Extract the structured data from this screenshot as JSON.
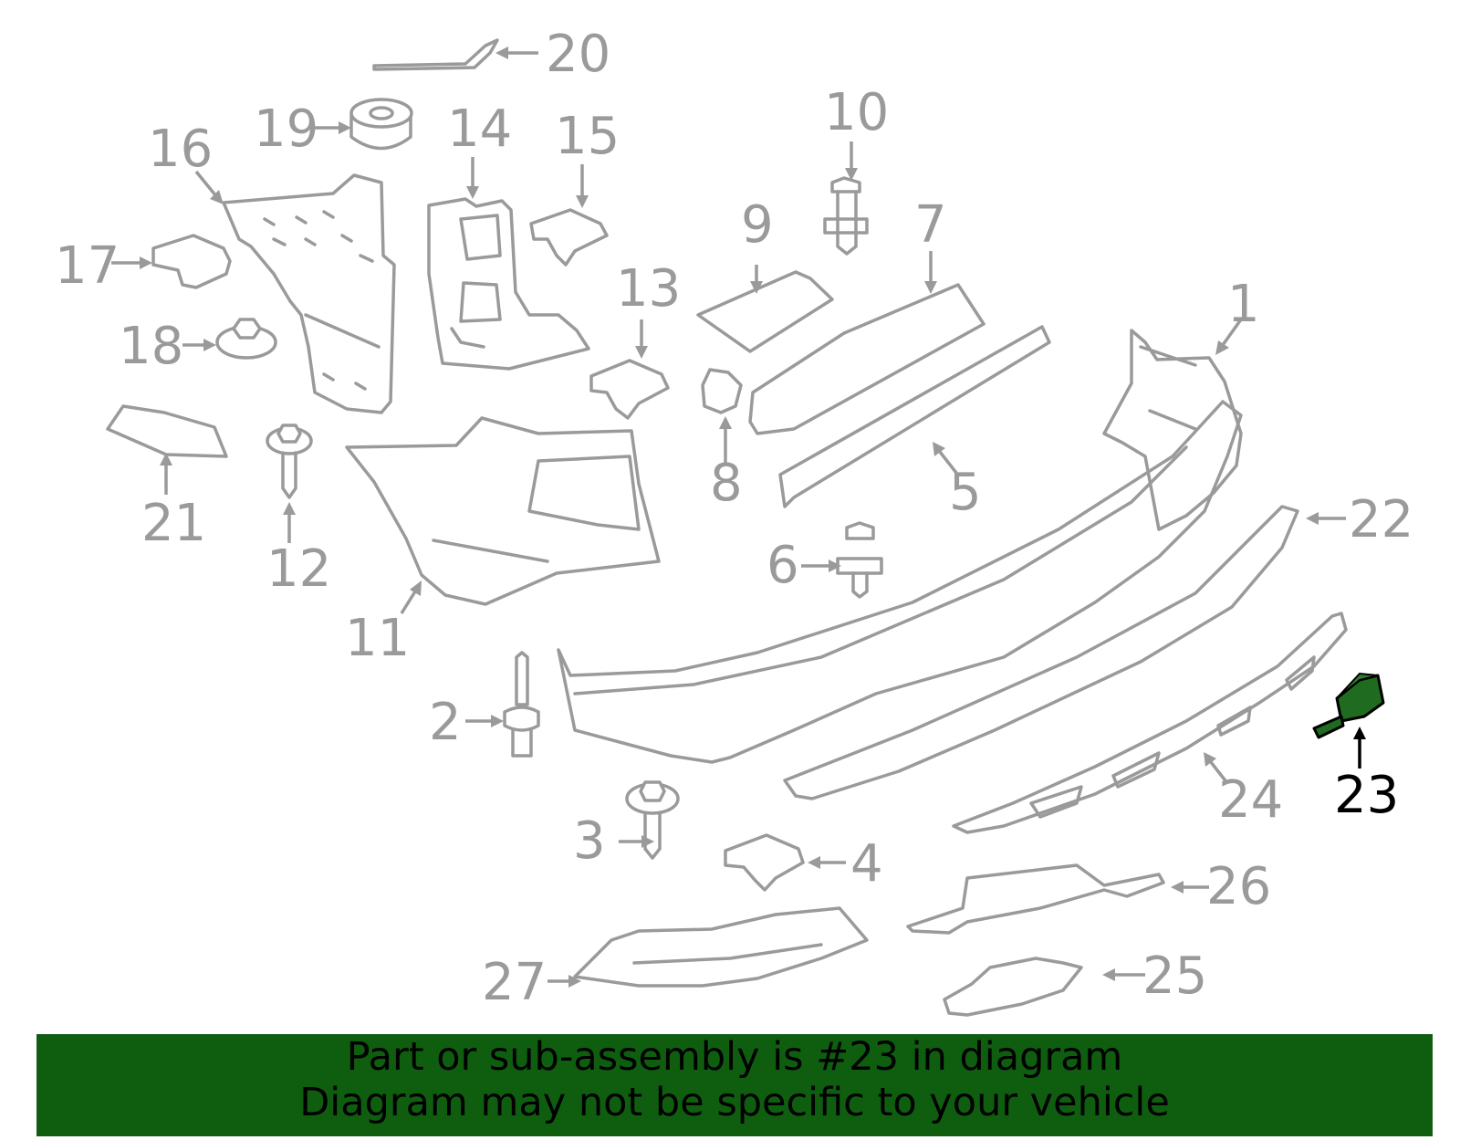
{
  "callouts": {
    "c1": "1",
    "c2": "2",
    "c3": "3",
    "c4": "4",
    "c5": "5",
    "c6": "6",
    "c7": "7",
    "c8": "8",
    "c9": "9",
    "c10": "10",
    "c11": "11",
    "c12": "12",
    "c13": "13",
    "c14": "14",
    "c15": "15",
    "c16": "16",
    "c17": "17",
    "c18": "18",
    "c19": "19",
    "c20": "20",
    "c21": "21",
    "c22": "22",
    "c23": "23",
    "c24": "24",
    "c25": "25",
    "c26": "26",
    "c27": "27"
  },
  "highlighted_part": "23",
  "colors": {
    "part_stroke": "#9a9a9a",
    "highlight_fill": "#1f6b1f",
    "banner": "#0f5e10"
  },
  "banner": {
    "line1": "Part or sub-assembly is #23 in diagram",
    "line2": "Diagram may not be specific to your vehicle"
  }
}
